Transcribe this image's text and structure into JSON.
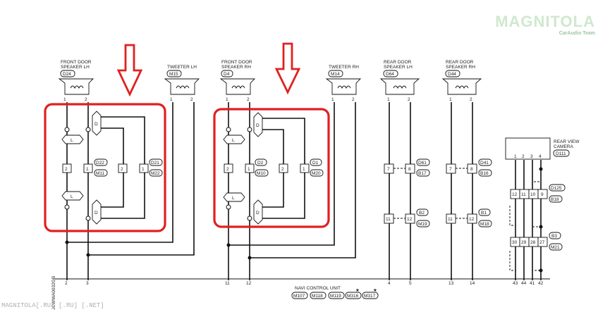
{
  "components": {
    "front_lh": {
      "name_line1": "FRONT DOOR",
      "name_line2": "SPEAKER LH",
      "conn": "D24",
      "pins": [
        "1",
        "2"
      ]
    },
    "tweeter_lh": {
      "name": "TWEETER LH",
      "conn": "M15",
      "pins": [
        "1",
        "2"
      ]
    },
    "front_rh": {
      "name_line1": "FRONT DOOR",
      "name_line2": "SPEAKER RH",
      "conn": "D4",
      "pins": [
        "1",
        "2"
      ]
    },
    "tweeter_rh": {
      "name": "TWEETER RH",
      "conn": "M14",
      "pins": [
        "1",
        "2"
      ]
    },
    "rear_lh": {
      "name_line1": "REAR DOOR",
      "name_line2": "SPEAKER LH",
      "conn": "D64",
      "pins": [
        "1",
        "2"
      ]
    },
    "rear_rh": {
      "name_line1": "REAR DOOR",
      "name_line2": "SPEAKER RH",
      "conn": "D44",
      "pins": [
        "1",
        "2"
      ]
    },
    "camera": {
      "name_line1": "REAR VIEW",
      "name_line2": "CAMERA",
      "conn": "D111",
      "pins": [
        "1",
        "2",
        "3",
        "4"
      ]
    }
  },
  "left_group": {
    "L_top": "L",
    "L_bot": "L",
    "D_top": "D",
    "D_bot": "D",
    "pin_a": "2",
    "pin_b": "1",
    "pin_c": "2",
    "pin_d": "1",
    "conn_a1": "D22",
    "conn_a2": "M11",
    "conn_b1": "D21",
    "conn_b2": "M22"
  },
  "mid_group": {
    "L_top": "L",
    "L_bot": "L",
    "D_top": "D",
    "D_bot": "D",
    "pin_a": "2",
    "pin_b": "1",
    "pin_c": "2",
    "pin_d": "1",
    "conn_a1": "D2",
    "conn_a2": "M10",
    "conn_b1": "D1",
    "conn_b2": "M20"
  },
  "rear_lh_pins": {
    "p7": "7",
    "p8": "8",
    "c1": "D61",
    "c2": "B17",
    "p11": "11",
    "p12": "12",
    "c3": "B2",
    "c4": "M19"
  },
  "rear_rh_pins": {
    "p7": "7",
    "p8": "8",
    "c1": "D41",
    "c2": "B16",
    "p11": "11",
    "p12": "12",
    "c3": "B1",
    "c4": "M18"
  },
  "camera_harness": {
    "row1": [
      "12",
      "11",
      "10",
      "9"
    ],
    "row1_c1": "D125",
    "row1_c2": "B18",
    "row2": [
      "30",
      "29",
      "28",
      "27"
    ],
    "row2_c1": "B3",
    "row2_c2": "M21"
  },
  "navi": {
    "name": "NAVI CONTROL UNIT",
    "pins": [
      "2",
      "3",
      "11",
      "12",
      "4",
      "5",
      "13",
      "14",
      "43",
      "44",
      "41",
      "42"
    ],
    "connectors": [
      "M107",
      "M118",
      "M119",
      "M316",
      "M317"
    ],
    "star": "★"
  },
  "side_code": "JCWWA0032GB",
  "watermark": {
    "logo": "MAGNITOLA",
    "sub": "CarAudio Team",
    "footer": "MAGNITOLA[.RU] [.RU] [.NET]"
  },
  "colors": {
    "highlight": "#e02020",
    "wire": "#111111"
  }
}
